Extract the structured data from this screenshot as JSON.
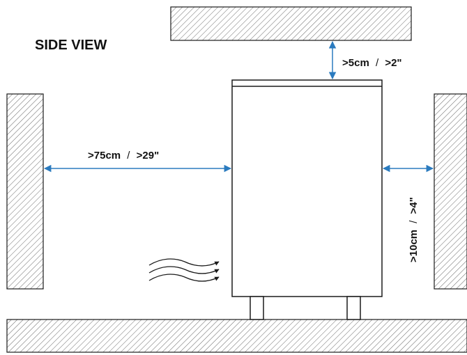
{
  "title": "SIDE VIEW",
  "clearances": {
    "top": {
      "metric": ">5cm",
      "separator": "/",
      "imperial": ">2\""
    },
    "front": {
      "metric": ">75cm",
      "separator": "/",
      "imperial": ">29\""
    },
    "back": {
      "metric": ">10cm",
      "separator": "/",
      "imperial": ">4\""
    }
  },
  "colors": {
    "dimension_arrow": "#2b7bbf",
    "outline": "#1a1a1a",
    "hatch": "#6b6b6b"
  }
}
